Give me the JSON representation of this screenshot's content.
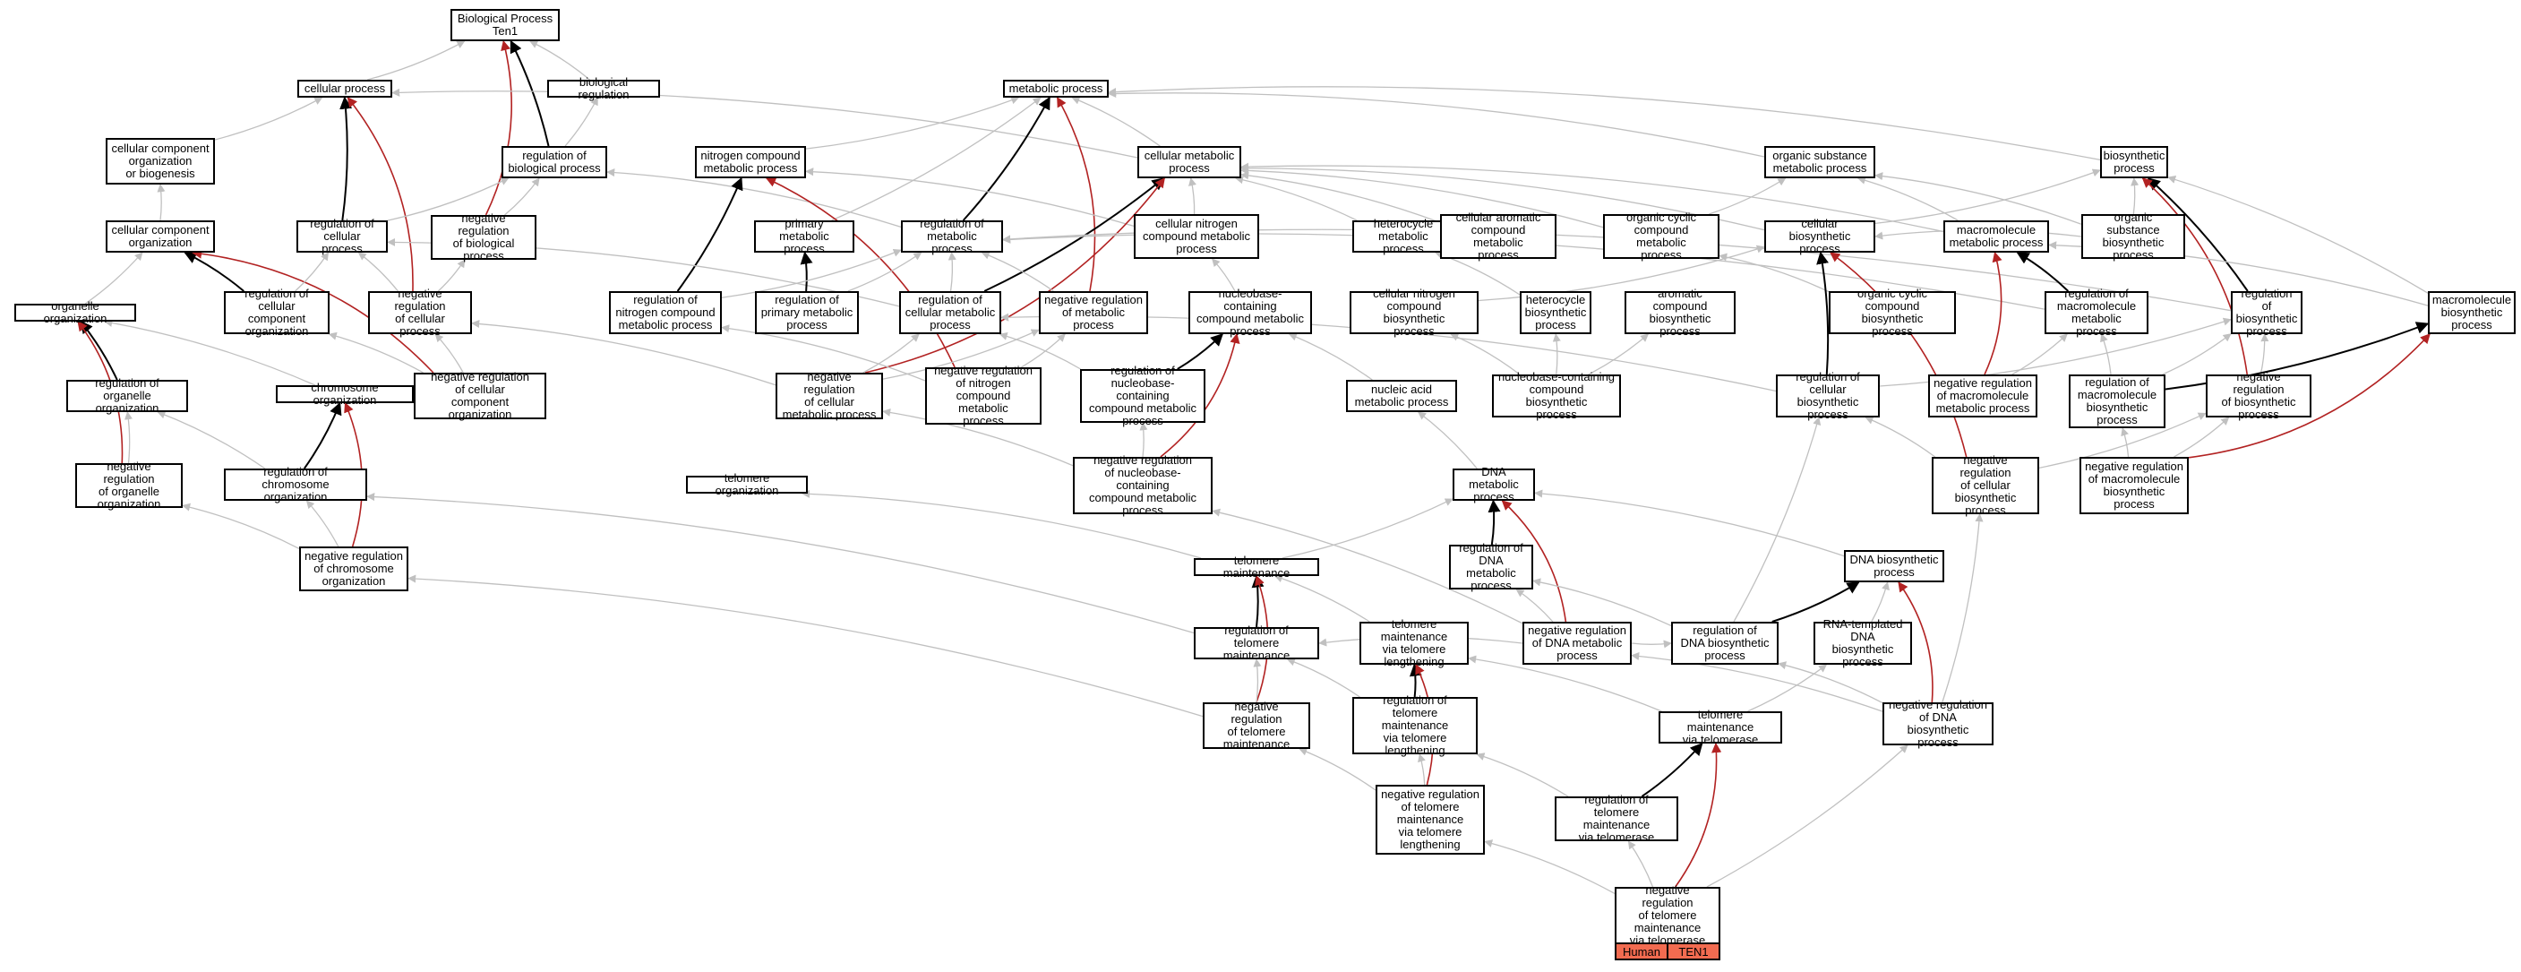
{
  "colors": {
    "gray": "#c0c0c0",
    "black": "#000000",
    "red": "#b22222",
    "legend_fill": "#f26b50"
  },
  "nodes": [
    {
      "id": "bp",
      "label": "Biological Process\nTen1"
    },
    {
      "id": "cp",
      "label": "cellular process"
    },
    {
      "id": "br",
      "label": "biological regulation"
    },
    {
      "id": "mp",
      "label": "metabolic process"
    },
    {
      "id": "ccob",
      "label": "cellular component\norganization\nor biogenesis"
    },
    {
      "id": "rbp",
      "label": "regulation of\nbiological process"
    },
    {
      "id": "ncmp",
      "label": "nitrogen compound\nmetabolic process"
    },
    {
      "id": "cmp",
      "label": "cellular metabolic\nprocess"
    },
    {
      "id": "osmp",
      "label": "organic substance\nmetabolic process"
    },
    {
      "id": "bsp",
      "label": "biosynthetic\nprocess"
    },
    {
      "id": "cco",
      "label": "cellular component\norganization"
    },
    {
      "id": "rcp",
      "label": "regulation of\ncellular process"
    },
    {
      "id": "nrbp",
      "label": "negative regulation\nof biological\nprocess"
    },
    {
      "id": "pmp",
      "label": "primary metabolic\nprocess"
    },
    {
      "id": "rmp",
      "label": "regulation of\nmetabolic process"
    },
    {
      "id": "cncmp",
      "label": "cellular nitrogen\ncompound metabolic\nprocess"
    },
    {
      "id": "hmp",
      "label": "heterocycle\nmetabolic process"
    },
    {
      "id": "cacmp",
      "label": "cellular aromatic\ncompound metabolic\nprocess"
    },
    {
      "id": "occmp",
      "label": "organic cyclic\ncompound metabolic\nprocess"
    },
    {
      "id": "cbp",
      "label": "cellular biosynthetic\nprocess"
    },
    {
      "id": "mmp",
      "label": "macromolecule\nmetabolic process"
    },
    {
      "id": "osbp",
      "label": "organic substance\nbiosynthetic\nprocess"
    },
    {
      "id": "oo",
      "label": "organelle organization"
    },
    {
      "id": "rcco",
      "label": "regulation of\ncellular component\norganization"
    },
    {
      "id": "nrcp",
      "label": "negative regulation\nof cellular\nprocess"
    },
    {
      "id": "rncmp",
      "label": "regulation of\nnitrogen compound\nmetabolic process"
    },
    {
      "id": "rpmp",
      "label": "regulation of\nprimary metabolic\nprocess"
    },
    {
      "id": "rcmp",
      "label": "regulation of\ncellular metabolic\nprocess"
    },
    {
      "id": "nrmp",
      "label": "negative regulation\nof metabolic\nprocess"
    },
    {
      "id": "nbcmp",
      "label": "nucleobase-containing\ncompound metabolic\nprocess"
    },
    {
      "id": "cncbp",
      "label": "cellular nitrogen\ncompound biosynthetic\nprocess"
    },
    {
      "id": "hbp",
      "label": "heterocycle\nbiosynthetic\nprocess"
    },
    {
      "id": "acbp",
      "label": "aromatic compound\nbiosynthetic\nprocess"
    },
    {
      "id": "occbp",
      "label": "organic cyclic\ncompound biosynthetic\nprocess"
    },
    {
      "id": "rmmp",
      "label": "regulation of\nmacromolecule\nmetabolic process"
    },
    {
      "id": "rbsp",
      "label": "regulation of\nbiosynthetic\nprocess"
    },
    {
      "id": "mbp",
      "label": "macromolecule\nbiosynthetic\nprocess"
    },
    {
      "id": "roo",
      "label": "regulation of\norganelle organization"
    },
    {
      "id": "co",
      "label": "chromosome organization"
    },
    {
      "id": "nrcco",
      "label": "negative regulation\nof cellular\ncomponent organization"
    },
    {
      "id": "nrcmp",
      "label": "negative regulation\nof cellular\nmetabolic process"
    },
    {
      "id": "nrncmp",
      "label": "negative regulation\nof nitrogen\ncompound metabolic\nprocess"
    },
    {
      "id": "rnbcmp",
      "label": "regulation of\nnucleobase-containing\ncompound metabolic\nprocess"
    },
    {
      "id": "namp",
      "label": "nucleic acid\nmetabolic process"
    },
    {
      "id": "nbcbp",
      "label": "nucleobase-containing\ncompound biosynthetic\nprocess"
    },
    {
      "id": "rcbp",
      "label": "regulation of\ncellular biosynthetic\nprocess"
    },
    {
      "id": "nrmmp",
      "label": "negative regulation\nof macromolecule\nmetabolic process"
    },
    {
      "id": "rmbp",
      "label": "regulation of\nmacromolecule\nbiosynthetic\nprocess"
    },
    {
      "id": "nrbsp",
      "label": "negative regulation\nof biosynthetic\nprocess"
    },
    {
      "id": "nroo",
      "label": "negative regulation\nof organelle\norganization"
    },
    {
      "id": "rco",
      "label": "regulation of\nchromosome organization"
    },
    {
      "id": "to",
      "label": "telomere organization"
    },
    {
      "id": "nrnbcmp",
      "label": "negative regulation\nof nucleobase-containing\ncompound metabolic\nprocess"
    },
    {
      "id": "dmp",
      "label": "DNA metabolic\nprocess"
    },
    {
      "id": "nrcbp",
      "label": "negative regulation\nof cellular\nbiosynthetic\nprocess"
    },
    {
      "id": "nrmbp",
      "label": "negative regulation\nof macromolecule\nbiosynthetic\nprocess"
    },
    {
      "id": "nrco",
      "label": "negative regulation\nof chromosome\norganization"
    },
    {
      "id": "tm",
      "label": "telomere maintenance"
    },
    {
      "id": "rdmp",
      "label": "regulation of\nDNA metabolic\nprocess"
    },
    {
      "id": "dbp",
      "label": "DNA biosynthetic\nprocess"
    },
    {
      "id": "rtm",
      "label": "regulation of\ntelomere maintenance"
    },
    {
      "id": "tmtl",
      "label": "telomere maintenance\nvia telomere\nlengthening"
    },
    {
      "id": "nrdmp",
      "label": "negative regulation\nof DNA metabolic\nprocess"
    },
    {
      "id": "rdbp",
      "label": "regulation of\nDNA biosynthetic\nprocess"
    },
    {
      "id": "rtdbp",
      "label": "RNA-templated\nDNA biosynthetic\nprocess"
    },
    {
      "id": "nrtm",
      "label": "negative regulation\nof telomere\nmaintenance"
    },
    {
      "id": "rtmtl",
      "label": "regulation of\ntelomere maintenance\nvia telomere\nlengthening"
    },
    {
      "id": "tmvt",
      "label": "telomere maintenance\nvia telomerase"
    },
    {
      "id": "nrdbp",
      "label": "negative regulation\nof DNA biosynthetic\nprocess"
    },
    {
      "id": "nrtmtl",
      "label": "negative regulation\nof telomere\nmaintenance\nvia telomere\nlengthening"
    },
    {
      "id": "rtmvt",
      "label": "regulation of\ntelomere maintenance\nvia telomerase"
    },
    {
      "id": "nrtmvt",
      "label": "negative regulation\nof telomere\nmaintenance\nvia telomerase"
    }
  ],
  "legend": {
    "species": "Human",
    "gene": "TEN1"
  },
  "edges": [
    [
      "cp",
      "bp",
      "g"
    ],
    [
      "br",
      "bp",
      "g"
    ],
    [
      "rbp",
      "bp",
      "k"
    ],
    [
      "nrbp",
      "bp",
      "r"
    ],
    [
      "rbp",
      "br",
      "g"
    ],
    [
      "ccob",
      "cp",
      "g"
    ],
    [
      "rcp",
      "cp",
      "k"
    ],
    [
      "nrcp",
      "cp",
      "r"
    ],
    [
      "cmp",
      "cp",
      "g"
    ],
    [
      "cco",
      "ccob",
      "g"
    ],
    [
      "ncmp",
      "mp",
      "g"
    ],
    [
      "cmp",
      "mp",
      "g"
    ],
    [
      "osmp",
      "mp",
      "g"
    ],
    [
      "bsp",
      "mp",
      "g"
    ],
    [
      "pmp",
      "mp",
      "g"
    ],
    [
      "rmp",
      "mp",
      "k"
    ],
    [
      "nrmp",
      "mp",
      "r"
    ],
    [
      "rcp",
      "rbp",
      "g"
    ],
    [
      "nrbp",
      "rbp",
      "g"
    ],
    [
      "rmp",
      "rbp",
      "g"
    ],
    [
      "rncmp",
      "ncmp",
      "k"
    ],
    [
      "nrncmp",
      "ncmp",
      "r"
    ],
    [
      "cncmp",
      "ncmp",
      "g"
    ],
    [
      "cncmp",
      "cmp",
      "g"
    ],
    [
      "hmp",
      "cmp",
      "g"
    ],
    [
      "cacmp",
      "cmp",
      "g"
    ],
    [
      "occmp",
      "cmp",
      "g"
    ],
    [
      "cbp",
      "cmp",
      "g"
    ],
    [
      "mmp",
      "cmp",
      "g"
    ],
    [
      "rcmp",
      "cmp",
      "k"
    ],
    [
      "nrcmp",
      "cmp",
      "r"
    ],
    [
      "occmp",
      "osmp",
      "g"
    ],
    [
      "mmp",
      "osmp",
      "g"
    ],
    [
      "osbp",
      "osmp",
      "g"
    ],
    [
      "cbp",
      "bsp",
      "g"
    ],
    [
      "osbp",
      "bsp",
      "g"
    ],
    [
      "rbsp",
      "bsp",
      "k"
    ],
    [
      "nrbsp",
      "bsp",
      "r"
    ],
    [
      "oo",
      "cco",
      "g"
    ],
    [
      "rcco",
      "cco",
      "k"
    ],
    [
      "nrcco",
      "cco",
      "r"
    ],
    [
      "rcco",
      "rcp",
      "g"
    ],
    [
      "nrcp",
      "rcp",
      "g"
    ],
    [
      "rcmp",
      "rcp",
      "g"
    ],
    [
      "nrcp",
      "nrbp",
      "g"
    ],
    [
      "rpmp",
      "pmp",
      "k"
    ],
    [
      "rncmp",
      "rmp",
      "g"
    ],
    [
      "rpmp",
      "rmp",
      "g"
    ],
    [
      "rcmp",
      "rmp",
      "g"
    ],
    [
      "nrmp",
      "rmp",
      "g"
    ],
    [
      "rmmp",
      "rmp",
      "g"
    ],
    [
      "rbsp",
      "rmp",
      "g"
    ],
    [
      "nbcmp",
      "cncmp",
      "g"
    ],
    [
      "hbp",
      "hmp",
      "g"
    ],
    [
      "occbp",
      "occmp",
      "g"
    ],
    [
      "cncbp",
      "cbp",
      "g"
    ],
    [
      "rcbp",
      "cbp",
      "k"
    ],
    [
      "nrcbp",
      "cbp",
      "r"
    ],
    [
      "rmmp",
      "mmp",
      "k"
    ],
    [
      "nrmmp",
      "mmp",
      "r"
    ],
    [
      "mbp",
      "mmp",
      "g"
    ],
    [
      "osbp",
      "cbp",
      "g"
    ],
    [
      "roo",
      "oo",
      "k"
    ],
    [
      "nroo",
      "oo",
      "r"
    ],
    [
      "co",
      "oo",
      "g"
    ],
    [
      "nrcco",
      "rcco",
      "g"
    ],
    [
      "nrcco",
      "nrcp",
      "g"
    ],
    [
      "nrcmp",
      "nrcp",
      "g"
    ],
    [
      "nrcmp",
      "rcmp",
      "g"
    ],
    [
      "nrcmp",
      "nrmp",
      "g"
    ],
    [
      "nrncmp",
      "rncmp",
      "g"
    ],
    [
      "nrncmp",
      "nrmp",
      "g"
    ],
    [
      "rnbcmp",
      "rcmp",
      "g"
    ],
    [
      "rnbcmp",
      "nbcmp",
      "k"
    ],
    [
      "namp",
      "nbcmp",
      "g"
    ],
    [
      "nbcbp",
      "cncbp",
      "g"
    ],
    [
      "nbcbp",
      "hbp",
      "g"
    ],
    [
      "nbcbp",
      "acbp",
      "g"
    ],
    [
      "rcbp",
      "rcmp",
      "g"
    ],
    [
      "rcbp",
      "rbsp",
      "g"
    ],
    [
      "nrmmp",
      "rmmp",
      "g"
    ],
    [
      "rmbp",
      "rmmp",
      "g"
    ],
    [
      "rmbp",
      "rbsp",
      "g"
    ],
    [
      "nrbsp",
      "rbsp",
      "g"
    ],
    [
      "mbp",
      "bsp",
      "g"
    ],
    [
      "rmbp",
      "mbp",
      "k"
    ],
    [
      "nrmbp",
      "mbp",
      "r"
    ],
    [
      "nroo",
      "roo",
      "g"
    ],
    [
      "rco",
      "co",
      "k"
    ],
    [
      "nrco",
      "co",
      "r"
    ],
    [
      "rco",
      "roo",
      "g"
    ],
    [
      "nrco",
      "nroo",
      "g"
    ],
    [
      "nrco",
      "rco",
      "g"
    ],
    [
      "nrnbcmp",
      "rnbcmp",
      "g"
    ],
    [
      "nrnbcmp",
      "nbcmp",
      "r"
    ],
    [
      "nrnbcmp",
      "nrcmp",
      "g"
    ],
    [
      "dmp",
      "namp",
      "g"
    ],
    [
      "nrcbp",
      "rcbp",
      "g"
    ],
    [
      "nrcbp",
      "nrbsp",
      "g"
    ],
    [
      "nrmbp",
      "rmbp",
      "g"
    ],
    [
      "nrmbp",
      "nrbsp",
      "g"
    ],
    [
      "tm",
      "to",
      "g"
    ],
    [
      "tm",
      "dmp",
      "g"
    ],
    [
      "rdmp",
      "dmp",
      "k"
    ],
    [
      "nrdmp",
      "dmp",
      "r"
    ],
    [
      "dbp",
      "dmp",
      "g"
    ],
    [
      "rtm",
      "tm",
      "k"
    ],
    [
      "nrtm",
      "tm",
      "r"
    ],
    [
      "rtm",
      "rco",
      "g"
    ],
    [
      "nrtm",
      "nrco",
      "g"
    ],
    [
      "tmtl",
      "tm",
      "g"
    ],
    [
      "rdbp",
      "dbp",
      "k"
    ],
    [
      "nrdbp",
      "dbp",
      "r"
    ],
    [
      "rtdbp",
      "dbp",
      "g"
    ],
    [
      "rtmtl",
      "tmtl",
      "k"
    ],
    [
      "nrtmtl",
      "tmtl",
      "r"
    ],
    [
      "rtmtl",
      "rtm",
      "g"
    ],
    [
      "nrdmp",
      "rdmp",
      "g"
    ],
    [
      "nrdmp",
      "nrnbcmp",
      "g"
    ],
    [
      "rdbp",
      "rdmp",
      "g"
    ],
    [
      "rdbp",
      "rcbp",
      "g"
    ],
    [
      "nrdbp",
      "rdbp",
      "g"
    ],
    [
      "nrdbp",
      "nrdmp",
      "g"
    ],
    [
      "nrdbp",
      "nrcbp",
      "g"
    ],
    [
      "tmvt",
      "tmtl",
      "g"
    ],
    [
      "tmvt",
      "rtdbp",
      "g"
    ],
    [
      "rtmvt",
      "tmvt",
      "k"
    ],
    [
      "nrtmvt",
      "tmvt",
      "r"
    ],
    [
      "nrtm",
      "rtm",
      "g"
    ],
    [
      "nrtmtl",
      "rtmtl",
      "g"
    ],
    [
      "nrtmtl",
      "nrtm",
      "g"
    ],
    [
      "rtmvt",
      "rtmtl",
      "g"
    ],
    [
      "nrtmvt",
      "rtmvt",
      "g"
    ],
    [
      "nrtmvt",
      "nrtmtl",
      "g"
    ],
    [
      "nrtmvt",
      "nrdbp",
      "g"
    ],
    [
      "nrdmp",
      "rtm",
      "g"
    ],
    [
      "nrdmp",
      "rdbp",
      "g"
    ]
  ]
}
